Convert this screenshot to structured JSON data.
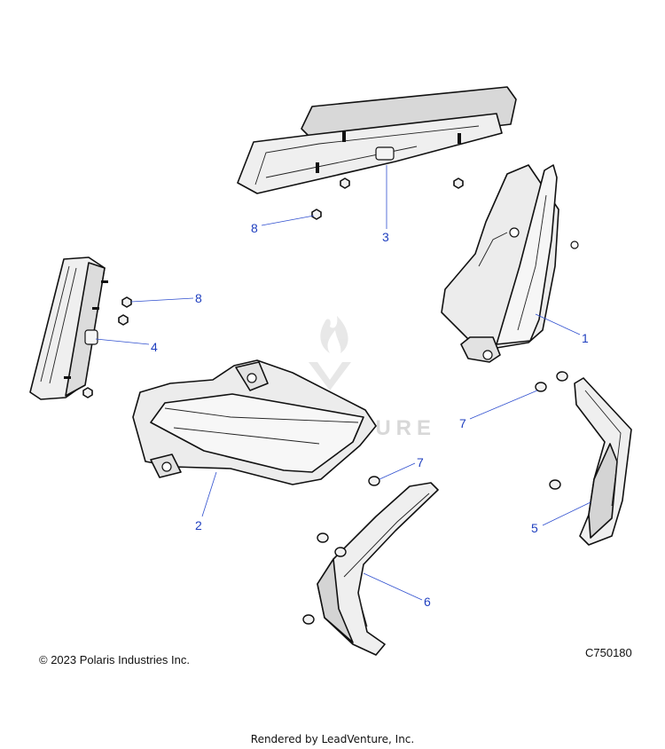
{
  "callouts": [
    "1",
    "2",
    "3",
    "4",
    "5",
    "6",
    "7",
    "7",
    "8",
    "8"
  ],
  "watermark": {
    "text": "LEADVENTURE"
  },
  "footer": {
    "copyright": "© 2023 Polaris Industries Inc.",
    "code": "C750180",
    "rendered_by": "Rendered by LeadVenture, Inc."
  },
  "colors": {
    "callout": "#1f3fbf",
    "part_fill": "#f0f0f0",
    "part_shade": "#c8c8c8"
  }
}
